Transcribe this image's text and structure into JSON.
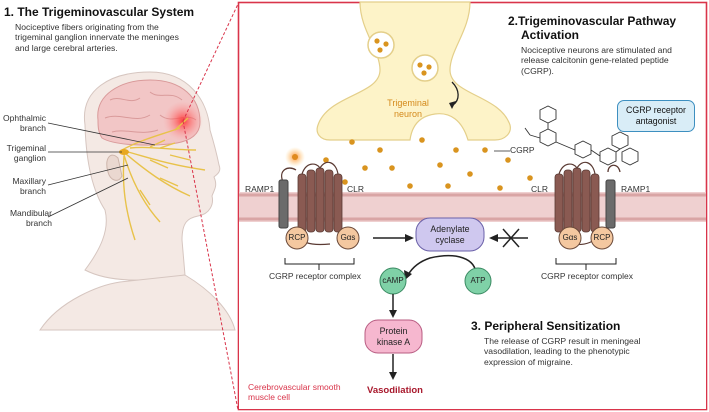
{
  "section1": {
    "title": "1. The Trigeminovascular System",
    "description": "Nociceptive fibers originating from the trigeminal ganglion innervate the meninges and large cerebral arteries."
  },
  "head_labels": [
    "Ophthalmic branch",
    "Trigeminal ganglion",
    "Maxillary branch",
    "Mandibular branch"
  ],
  "section2": {
    "title_line1": "2.Trigeminovascular Pathway",
    "title_line2": "Activation",
    "description": "Nociceptive neurons are stimulated and release calcitonin gene-related peptide (CGRP)."
  },
  "neuron_label": "Trigeminal neuron",
  "cgrp_label": "CGRP",
  "antagonist_label": "CGRP receptor antagonist",
  "left_receptor": {
    "ramp": "RAMP1",
    "clr": "CLR",
    "rcp": "RCP",
    "galpha": "Gαs",
    "complex": "CGRP receptor complex"
  },
  "right_receptor": {
    "ramp": "RAMP1",
    "clr": "CLR",
    "rcp": "RCP",
    "galpha": "Gαs",
    "complex": "CGRP receptor complex"
  },
  "adenylate_cyclase": "Adenylate cyclase",
  "camp": "cAMP",
  "atp": "ATP",
  "protein_kinase": "Protein kinase A",
  "vasodilation": "Vasodilation",
  "section3": {
    "title": "3. Peripheral Sensitization",
    "description": "The release of CGRP result in meningeal vasodilation, leading to the phenotypic expression of migraine."
  },
  "cell_label": "Cerebrovascular smooth muscle cell",
  "colors": {
    "border": "#d9344a",
    "neuron": "#fdf3c8",
    "cgrp": "#d9941f",
    "membrane": "#e3b3b3",
    "receptor": "#8a5a52",
    "galpha": "#f4c8a0",
    "ac": "#cfc8ef",
    "camp": "#7fd1a7",
    "pka": "#f6b7cf",
    "antagonist_box": "#d9edf7",
    "fiber": "#e8c24a"
  }
}
